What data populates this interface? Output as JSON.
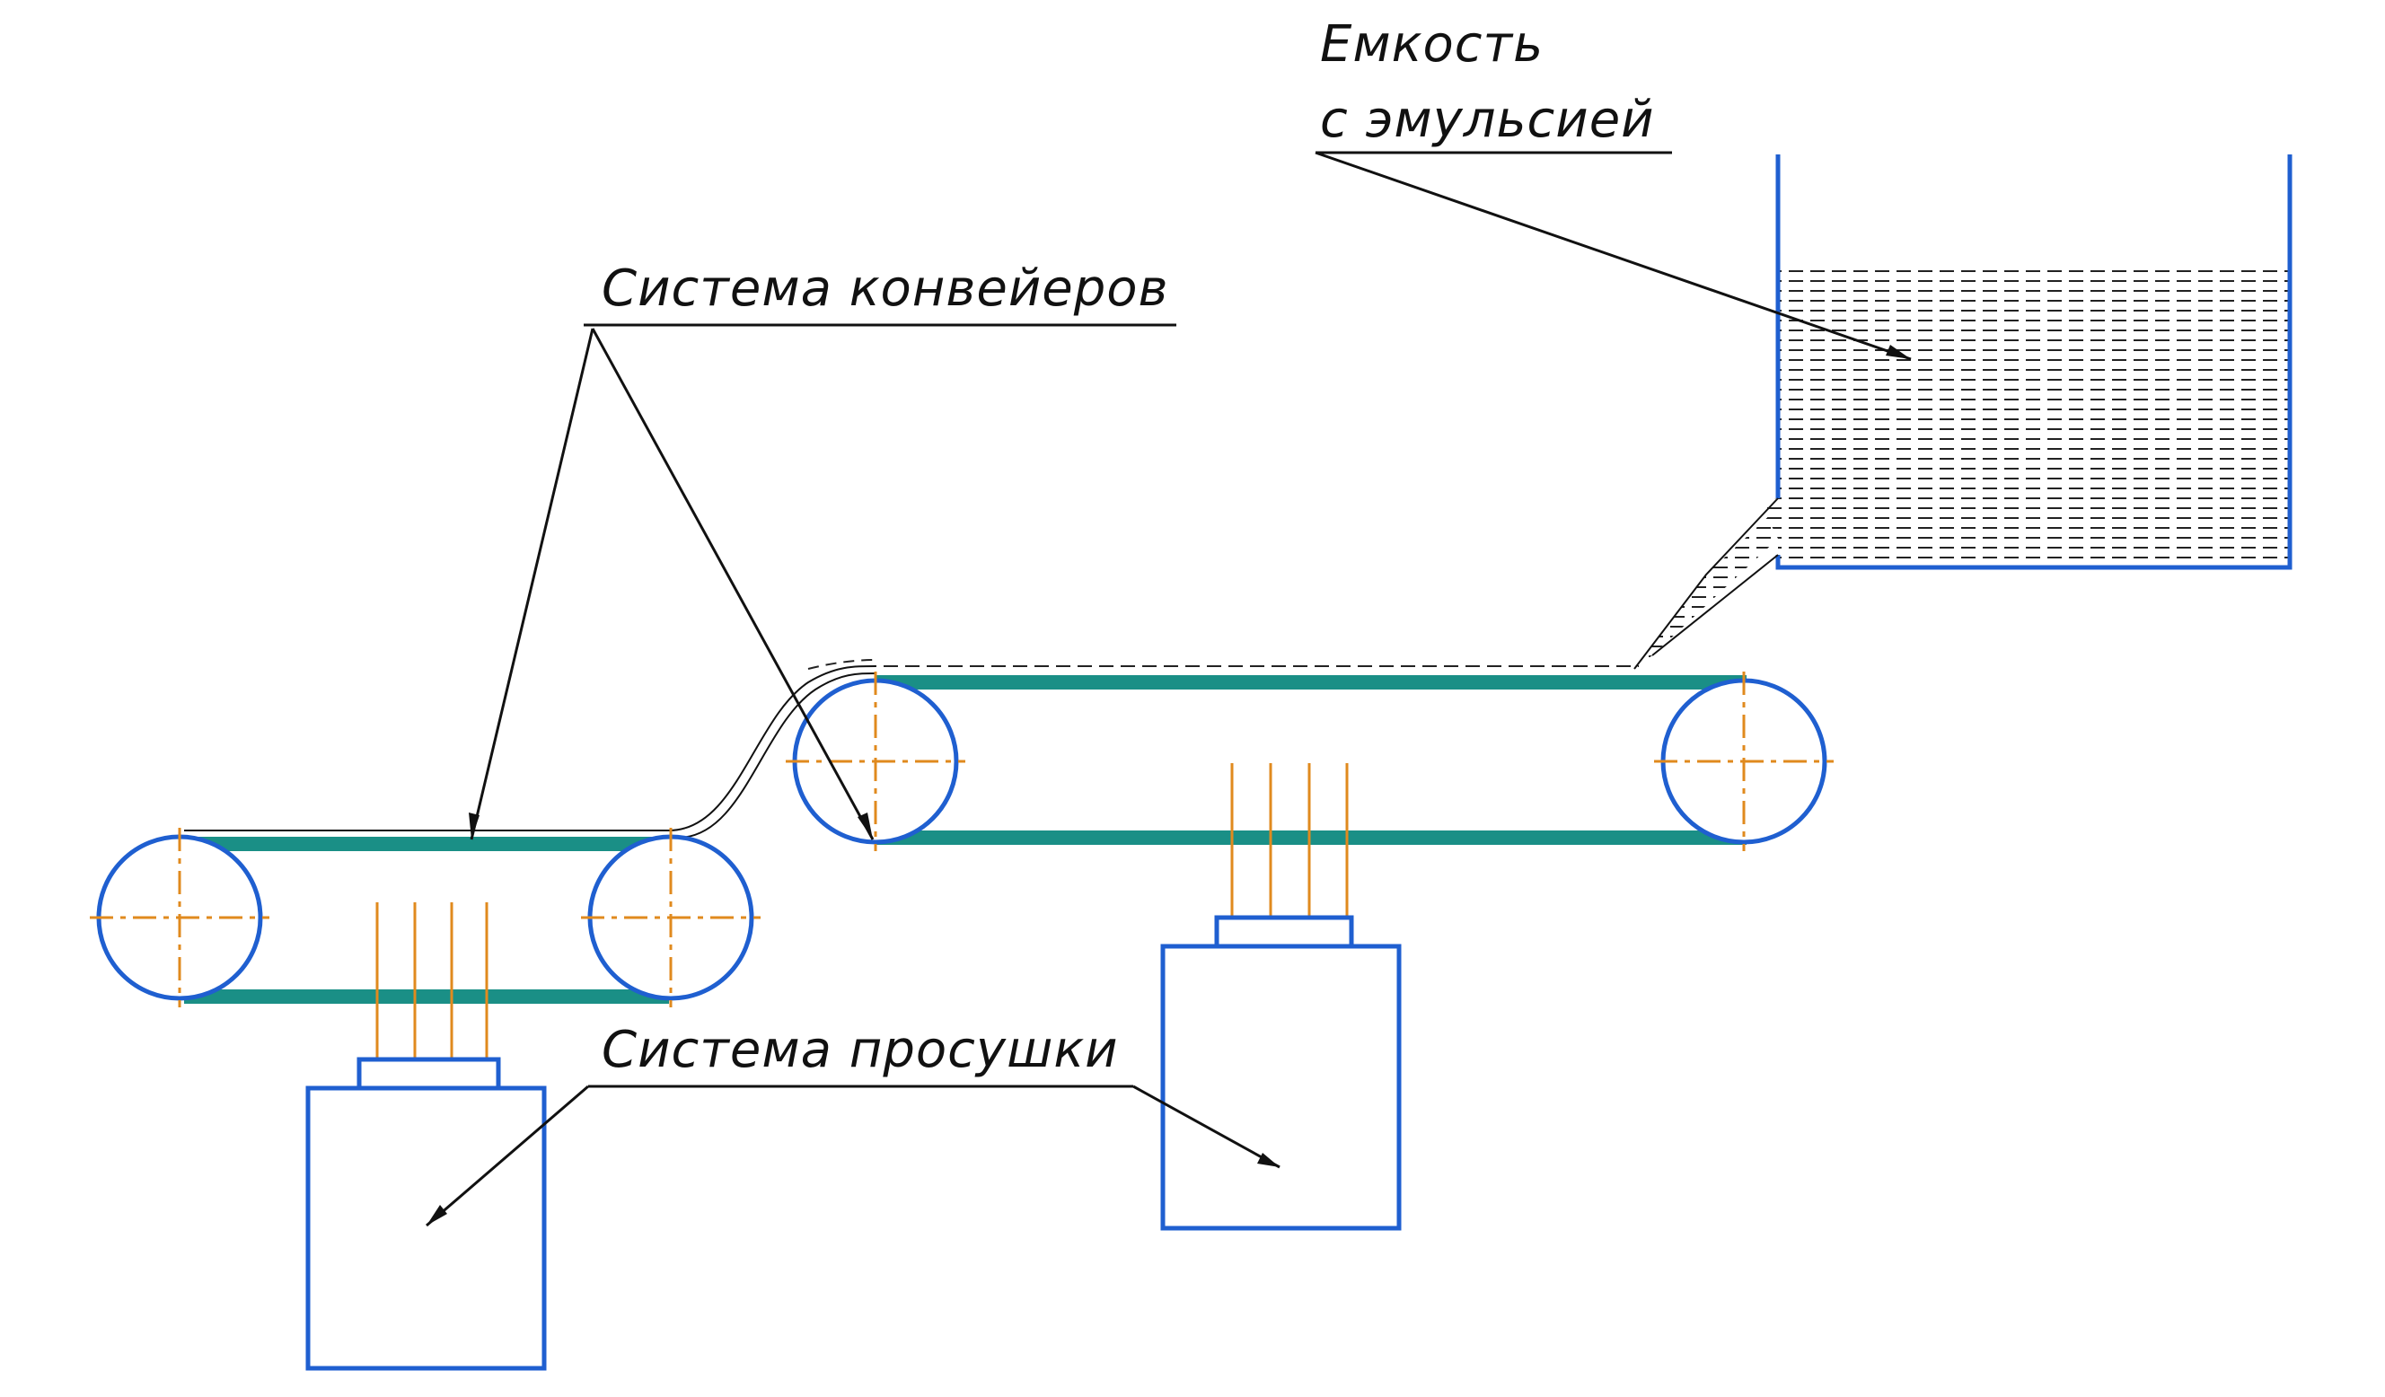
{
  "labels": {
    "container_line1": "Емкость",
    "container_line2": "с эмульсией",
    "conveyors": "Система конвейеров",
    "drying": "Система просушки"
  },
  "colors": {
    "outline": "#1f5fd0",
    "belt": "#1a8f86",
    "centerline": "#e08a1e",
    "leader": "#111111",
    "emulsion_hatch": "#222222"
  }
}
